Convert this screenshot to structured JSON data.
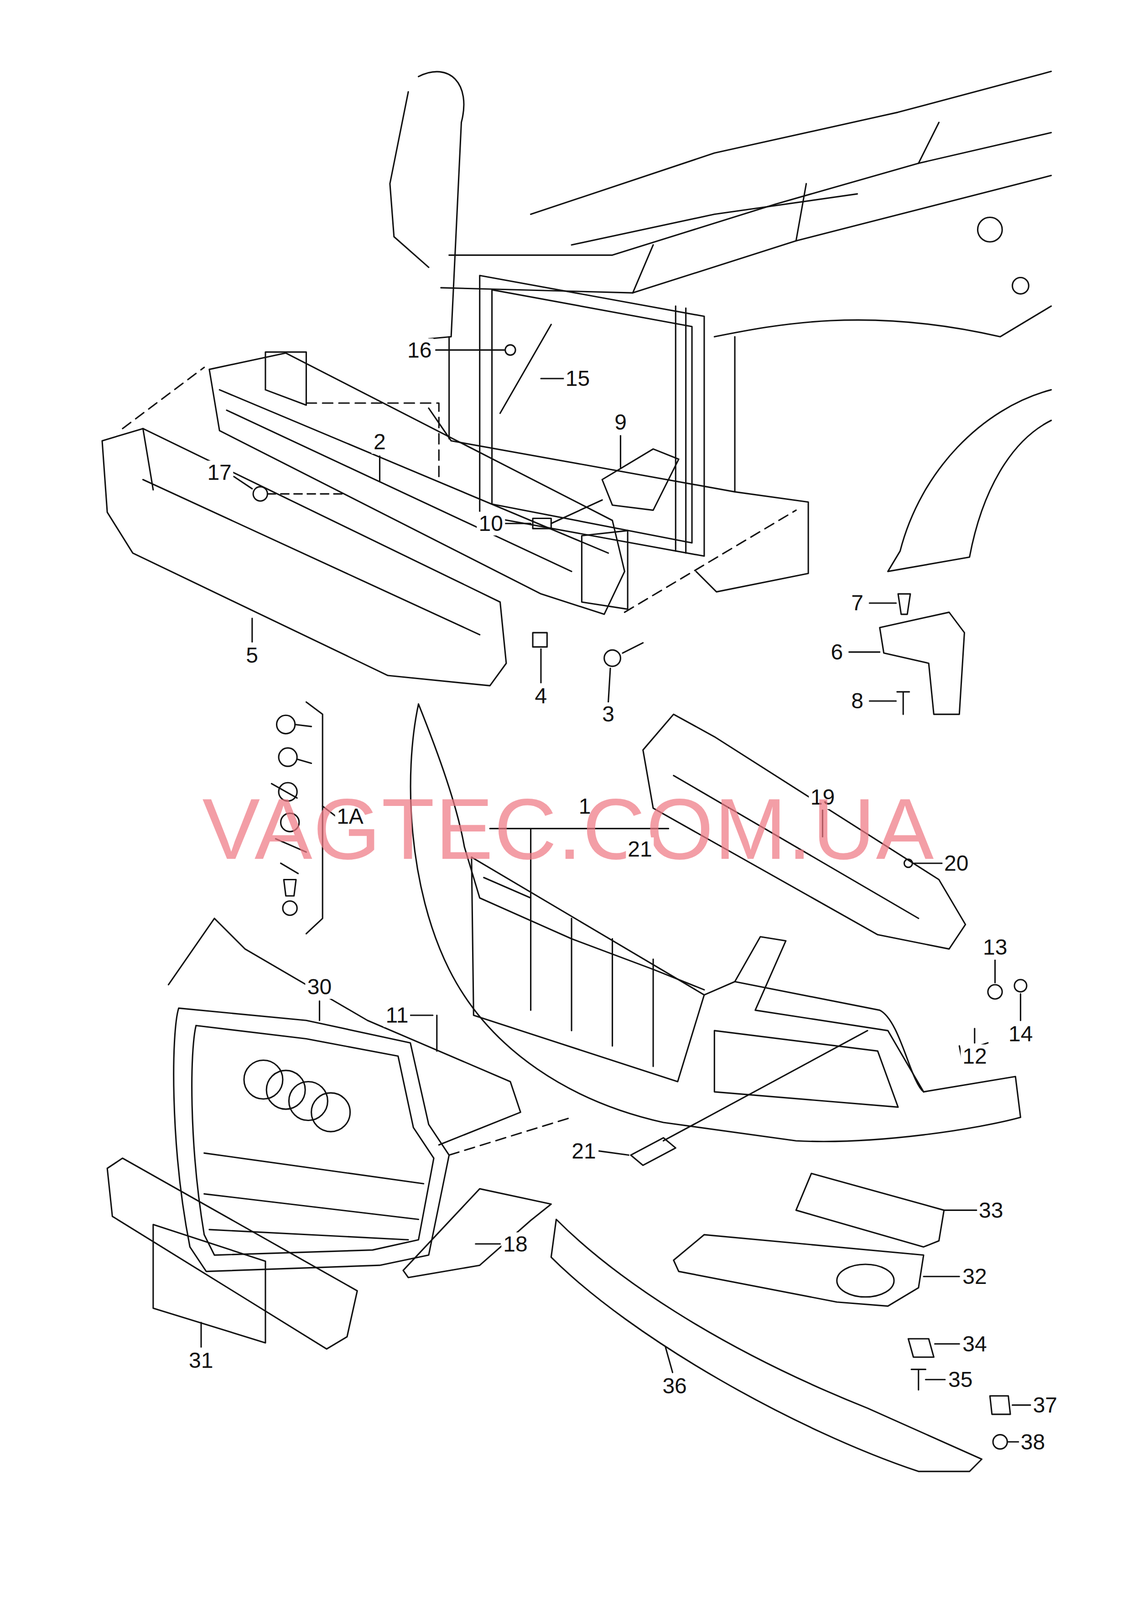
{
  "diagram": {
    "labels": [
      "16",
      "9",
      "15",
      "2",
      "17",
      "10",
      "7",
      "6",
      "5",
      "4",
      "8",
      "3",
      "19",
      "1",
      "1A",
      "VAGTEC.COM.UA",
      "21",
      "20",
      "13",
      "30",
      "11",
      "14",
      "12",
      "21",
      "33",
      "18",
      "32",
      "34",
      "31",
      "35",
      "36",
      "37",
      "38"
    ]
  }
}
